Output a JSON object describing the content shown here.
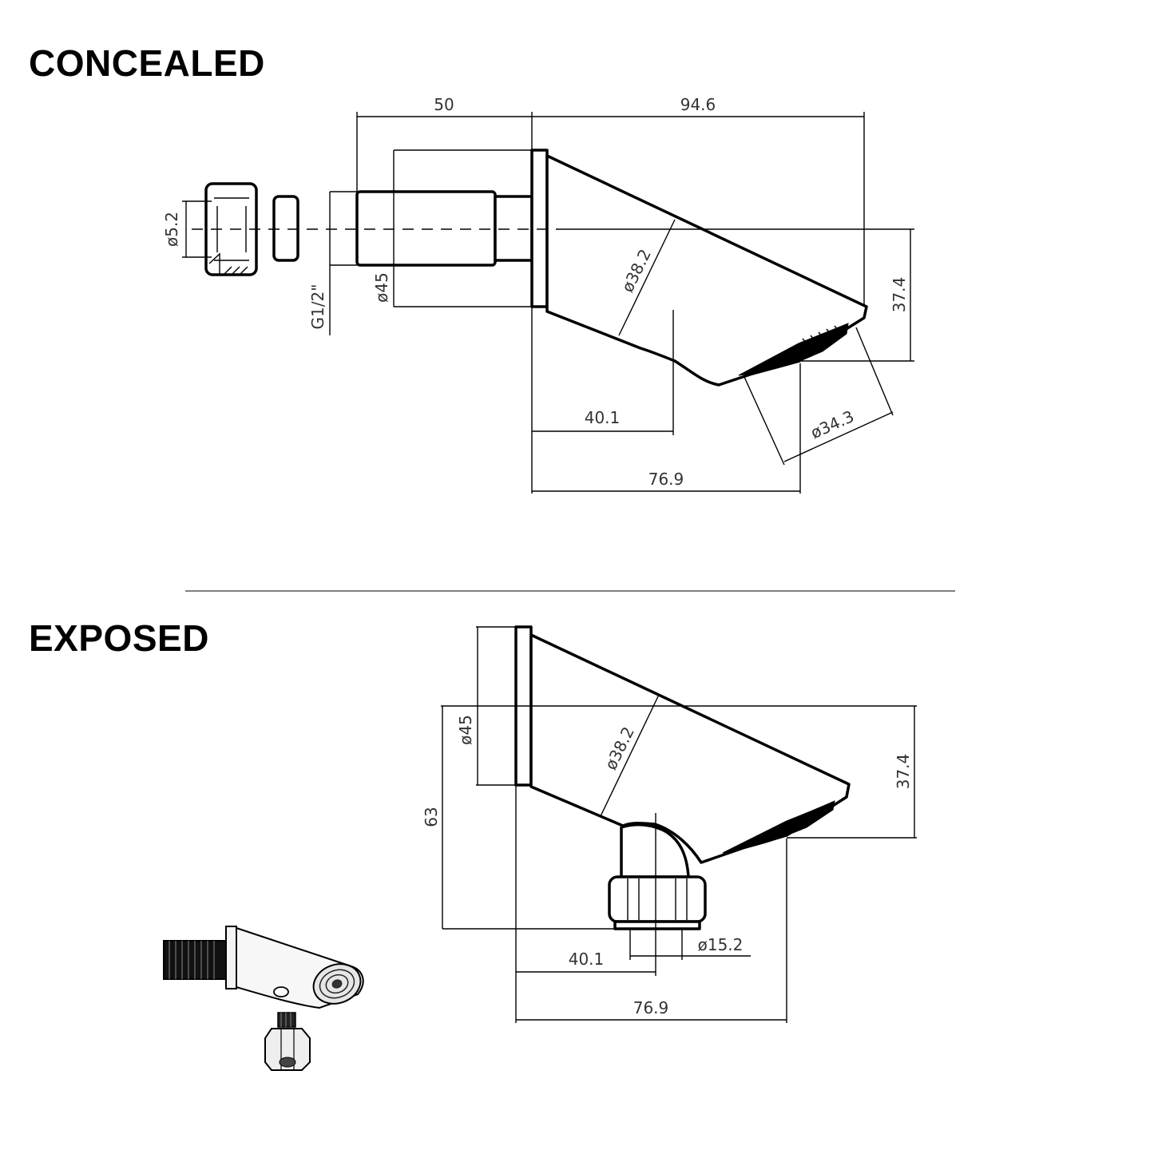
{
  "sections": {
    "concealed": {
      "title": "CONCEALED",
      "dimensions": {
        "length_inlet": "50",
        "length_total": "94.6",
        "nut_diameter": "ø5.2",
        "thread": "G1/2\"",
        "flange_diameter": "ø45",
        "body_diameter": "ø38.2",
        "outlet_height": "37.4",
        "outlet_position": "40.1",
        "face_diameter": "ø34.3",
        "overall_length": "76.9"
      }
    },
    "exposed": {
      "title": "EXPOSED",
      "dimensions": {
        "flange_diameter": "ø45",
        "body_diameter": "ø38.2",
        "outlet_height": "37.4",
        "overall_height": "63",
        "fitting_diameter": "ø15.2",
        "outlet_position": "40.1",
        "overall_length": "76.9"
      }
    }
  },
  "colors": {
    "ink": "#000000",
    "dim_text": "#333333",
    "divider": "#555555",
    "background": "#ffffff"
  }
}
